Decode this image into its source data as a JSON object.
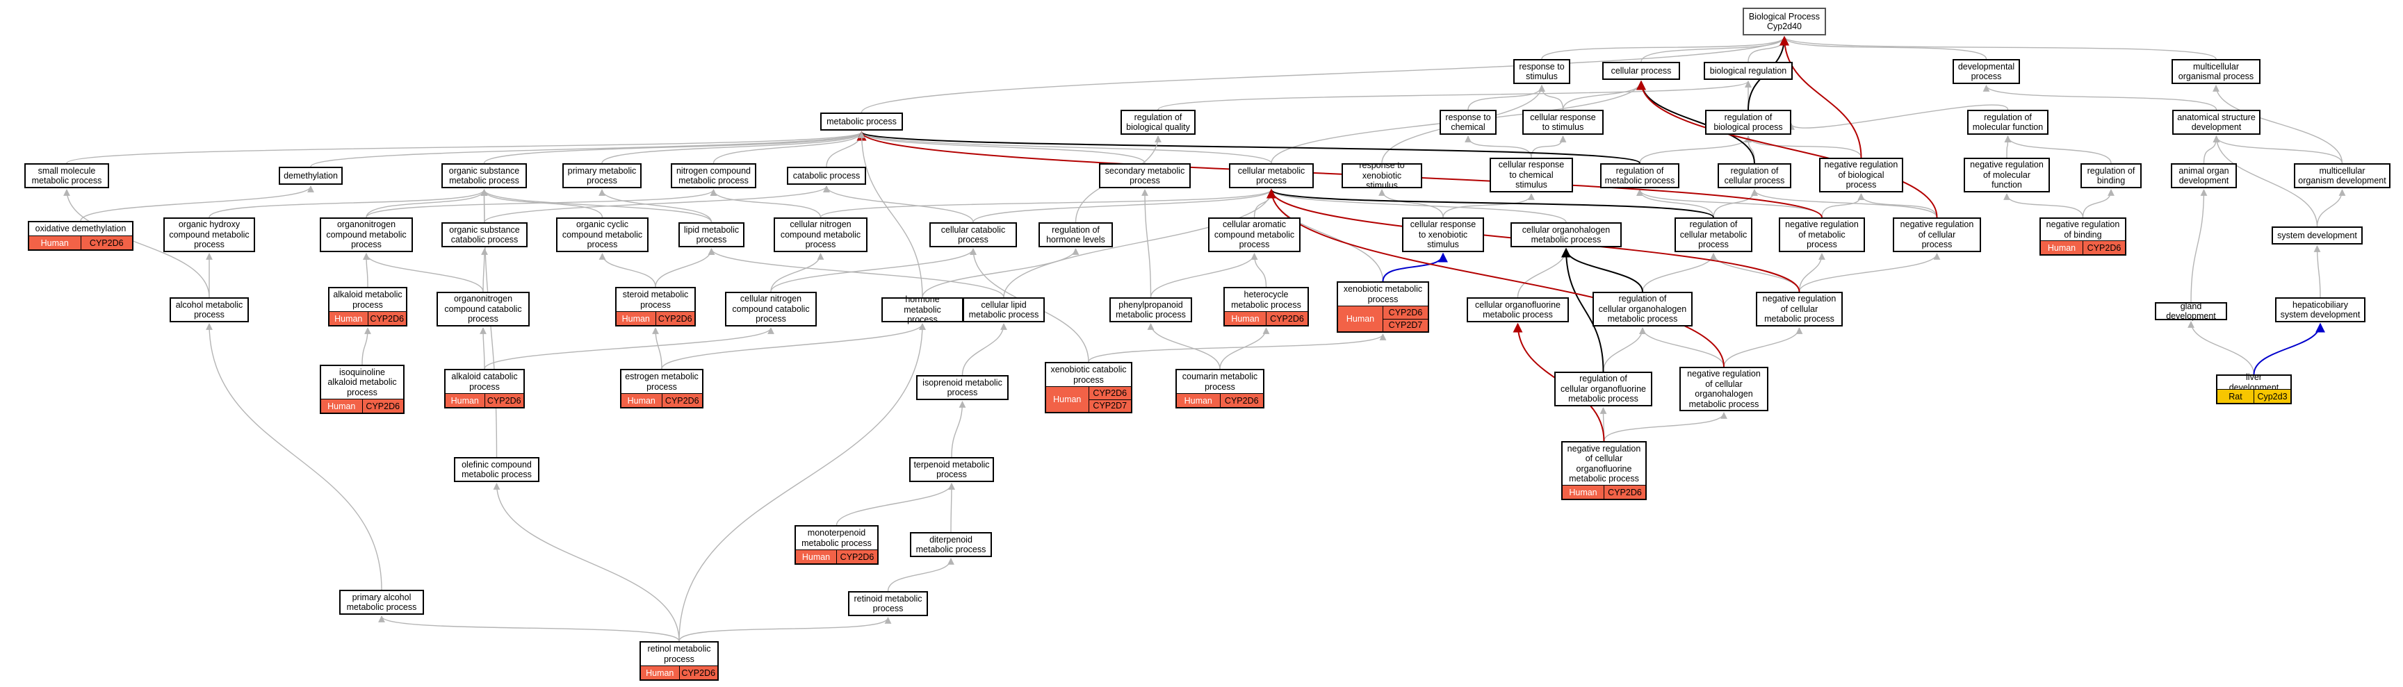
{
  "nodes": {
    "root": "Biological Process\nCyp2d40",
    "response_to_stimulus": "response to\nstimulus",
    "cellular_process": "cellular process",
    "biological_regulation": "biological regulation",
    "developmental_process": "developmental\nprocess",
    "multicellular_organismal_process": "multicellular\norganismal process",
    "metabolic_process": "metabolic process",
    "regulation_of_biological_quality": "regulation of\nbiological quality",
    "response_to_chemical": "response to\nchemical",
    "cellular_response_to_stimulus": "cellular response\nto stimulus",
    "regulation_of_biological_process": "regulation of\nbiological process",
    "regulation_of_molecular_function": "regulation of\nmolecular function",
    "anatomical_structure_development": "anatomical structure\ndevelopment",
    "small_molecule_metabolic_process": "small molecule\nmetabolic process",
    "demethylation": "demethylation",
    "organic_substance_metabolic_process": "organic substance\nmetabolic process",
    "primary_metabolic_process": "primary metabolic\nprocess",
    "nitrogen_compound_metabolic_process": "nitrogen compound\nmetabolic process",
    "catabolic_process": "catabolic process",
    "secondary_metabolic_process": "secondary metabolic\nprocess",
    "cellular_metabolic_process": "cellular metabolic\nprocess",
    "response_to_xenobiotic_stimulus": "response to\nxenobiotic stimulus",
    "cellular_response_to_chemical_stimulus": "cellular response\nto chemical\nstimulus",
    "regulation_of_metabolic_process": "regulation of\nmetabolic process",
    "regulation_of_cellular_process": "regulation of\ncellular process",
    "negative_regulation_of_biological_process": "negative regulation\nof biological\nprocess",
    "negative_regulation_of_molecular_function": "negative regulation\nof molecular\nfunction",
    "regulation_of_binding": "regulation of\nbinding",
    "animal_organ_development": "animal organ\ndevelopment",
    "multicellular_organism_development": "multicellular\norganism development",
    "oxidative_demethylation": "oxidative demethylation",
    "organic_hydroxy_compound_metabolic_process": "organic hydroxy\ncompound metabolic\nprocess",
    "organonitrogen_compound_metabolic_process": "organonitrogen\ncompound metabolic\nprocess",
    "organic_substance_catabolic_process": "organic substance\ncatabolic process",
    "organic_cyclic_compound_metabolic_process": "organic cyclic\ncompound metabolic\nprocess",
    "lipid_metabolic_process": "lipid metabolic\nprocess",
    "cellular_nitrogen_compound_metabolic_process": "cellular nitrogen\ncompound metabolic\nprocess",
    "cellular_catabolic_process": "cellular catabolic\nprocess",
    "regulation_of_hormone_levels": "regulation of\nhormone levels",
    "cellular_aromatic_compound_metabolic_process": "cellular aromatic\ncompound metabolic\nprocess",
    "cellular_response_to_xenobiotic_stimulus": "cellular response\nto xenobiotic\nstimulus",
    "cellular_organohalogen_metabolic_process": "cellular organohalogen\nmetabolic process",
    "regulation_of_cellular_metabolic_process": "regulation of\ncellular metabolic\nprocess",
    "negative_regulation_of_metabolic_process": "negative regulation\nof metabolic\nprocess",
    "negative_regulation_of_cellular_process": "negative regulation\nof cellular\nprocess",
    "negative_regulation_of_binding": "negative regulation\nof binding",
    "system_development": "system development",
    "alcohol_metabolic_process": "alcohol metabolic\nprocess",
    "alkaloid_metabolic_process": "alkaloid metabolic\nprocess",
    "organonitrogen_compound_catabolic_process": "organonitrogen\ncompound catabolic\nprocess",
    "steroid_metabolic_process": "steroid metabolic\nprocess",
    "cellular_nitrogen_compound_catabolic_process": "cellular nitrogen\ncompound catabolic\nprocess",
    "hormone_metabolic_process": "hormone metabolic\nprocess",
    "cellular_lipid_metabolic_process": "cellular lipid\nmetabolic process",
    "phenylpropanoid_metabolic_process": "phenylpropanoid\nmetabolic process",
    "heterocycle_metabolic_process": "heterocycle\nmetabolic process",
    "xenobiotic_metabolic_process": "xenobiotic metabolic\nprocess",
    "cellular_organofluorine_metabolic_process": "cellular organofluorine\nmetabolic process",
    "regulation_of_cellular_organohalogen_metabolic_process": "regulation of\ncellular organohalogen\nmetabolic process",
    "negative_regulation_of_cellular_metabolic_process": "negative regulation\nof cellular\nmetabolic process",
    "gland_development": "gland development",
    "hepaticobiliary_system_development": "hepaticobiliary\nsystem development",
    "isoquinoline_alkaloid_metabolic_process": "isoquinoline\nalkaloid metabolic\nprocess",
    "alkaloid_catabolic_process": "alkaloid catabolic\nprocess",
    "estrogen_metabolic_process": "estrogen metabolic\nprocess",
    "isoprenoid_metabolic_process": "isoprenoid metabolic\nprocess",
    "xenobiotic_catabolic_process": "xenobiotic catabolic\nprocess",
    "coumarin_metabolic_process": "coumarin metabolic\nprocess",
    "regulation_of_cellular_organofluorine_metabolic_process": "regulation of\ncellular organofluorine\nmetabolic process",
    "negative_regulation_of_cellular_organohalogen_metabolic_process": "negative regulation\nof cellular\norganohalogen\nmetabolic process",
    "liver_development": "liver development",
    "terpenoid_metabolic_process": "terpenoid metabolic\nprocess",
    "olefinic_compound_metabolic_process": "olefinic compound\nmetabolic process",
    "negative_regulation_of_cellular_organofluorine_metabolic_process": "negative regulation\nof cellular\norganofluorine\nmetabolic process",
    "monoterpenoid_metabolic_process": "monoterpenoid\nmetabolic process",
    "diterpenoid_metabolic_process": "diterpenoid\nmetabolic process",
    "retinoid_metabolic_process": "retinoid metabolic\nprocess",
    "primary_alcohol_metabolic_process": "primary alcohol\nmetabolic process",
    "retinol_metabolic_process": "retinol metabolic\nprocess"
  },
  "annotations": {
    "oxidative_demethylation": {
      "species": "Human",
      "genes": [
        "CYP2D6"
      ]
    },
    "negative_regulation_of_binding": {
      "species": "Human",
      "genes": [
        "CYP2D6"
      ]
    },
    "alkaloid_metabolic_process": {
      "species": "Human",
      "genes": [
        "CYP2D6"
      ]
    },
    "steroid_metabolic_process": {
      "species": "Human",
      "genes": [
        "CYP2D6"
      ]
    },
    "heterocycle_metabolic_process": {
      "species": "Human",
      "genes": [
        "CYP2D6"
      ]
    },
    "xenobiotic_metabolic_process": {
      "species": "Human",
      "genes": [
        "CYP2D6",
        "CYP2D7"
      ]
    },
    "isoquinoline_alkaloid_metabolic_process": {
      "species": "Human",
      "genes": [
        "CYP2D6"
      ]
    },
    "alkaloid_catabolic_process": {
      "species": "Human",
      "genes": [
        "CYP2D6"
      ]
    },
    "estrogen_metabolic_process": {
      "species": "Human",
      "genes": [
        "CYP2D6"
      ]
    },
    "xenobiotic_catabolic_process": {
      "species": "Human",
      "genes": [
        "CYP2D6",
        "CYP2D7"
      ]
    },
    "coumarin_metabolic_process": {
      "species": "Human",
      "genes": [
        "CYP2D6"
      ]
    },
    "negative_regulation_of_cellular_organofluorine_metabolic_process": {
      "species": "Human",
      "genes": [
        "CYP2D6"
      ]
    },
    "liver_development": {
      "species": "Rat",
      "genes": [
        "Cyp2d3"
      ]
    },
    "monoterpenoid_metabolic_process": {
      "species": "Human",
      "genes": [
        "CYP2D6"
      ]
    },
    "retinol_metabolic_process": {
      "species": "Human",
      "genes": [
        "CYP2D6"
      ]
    }
  },
  "colors": {
    "edge_is_a": "#b4b4b4",
    "edge_regulates": "#000000",
    "edge_negatively_regulates": "#b30000",
    "edge_positively_regulates": "#0000cc",
    "human": "#f26247",
    "rat": "#f7c600"
  }
}
